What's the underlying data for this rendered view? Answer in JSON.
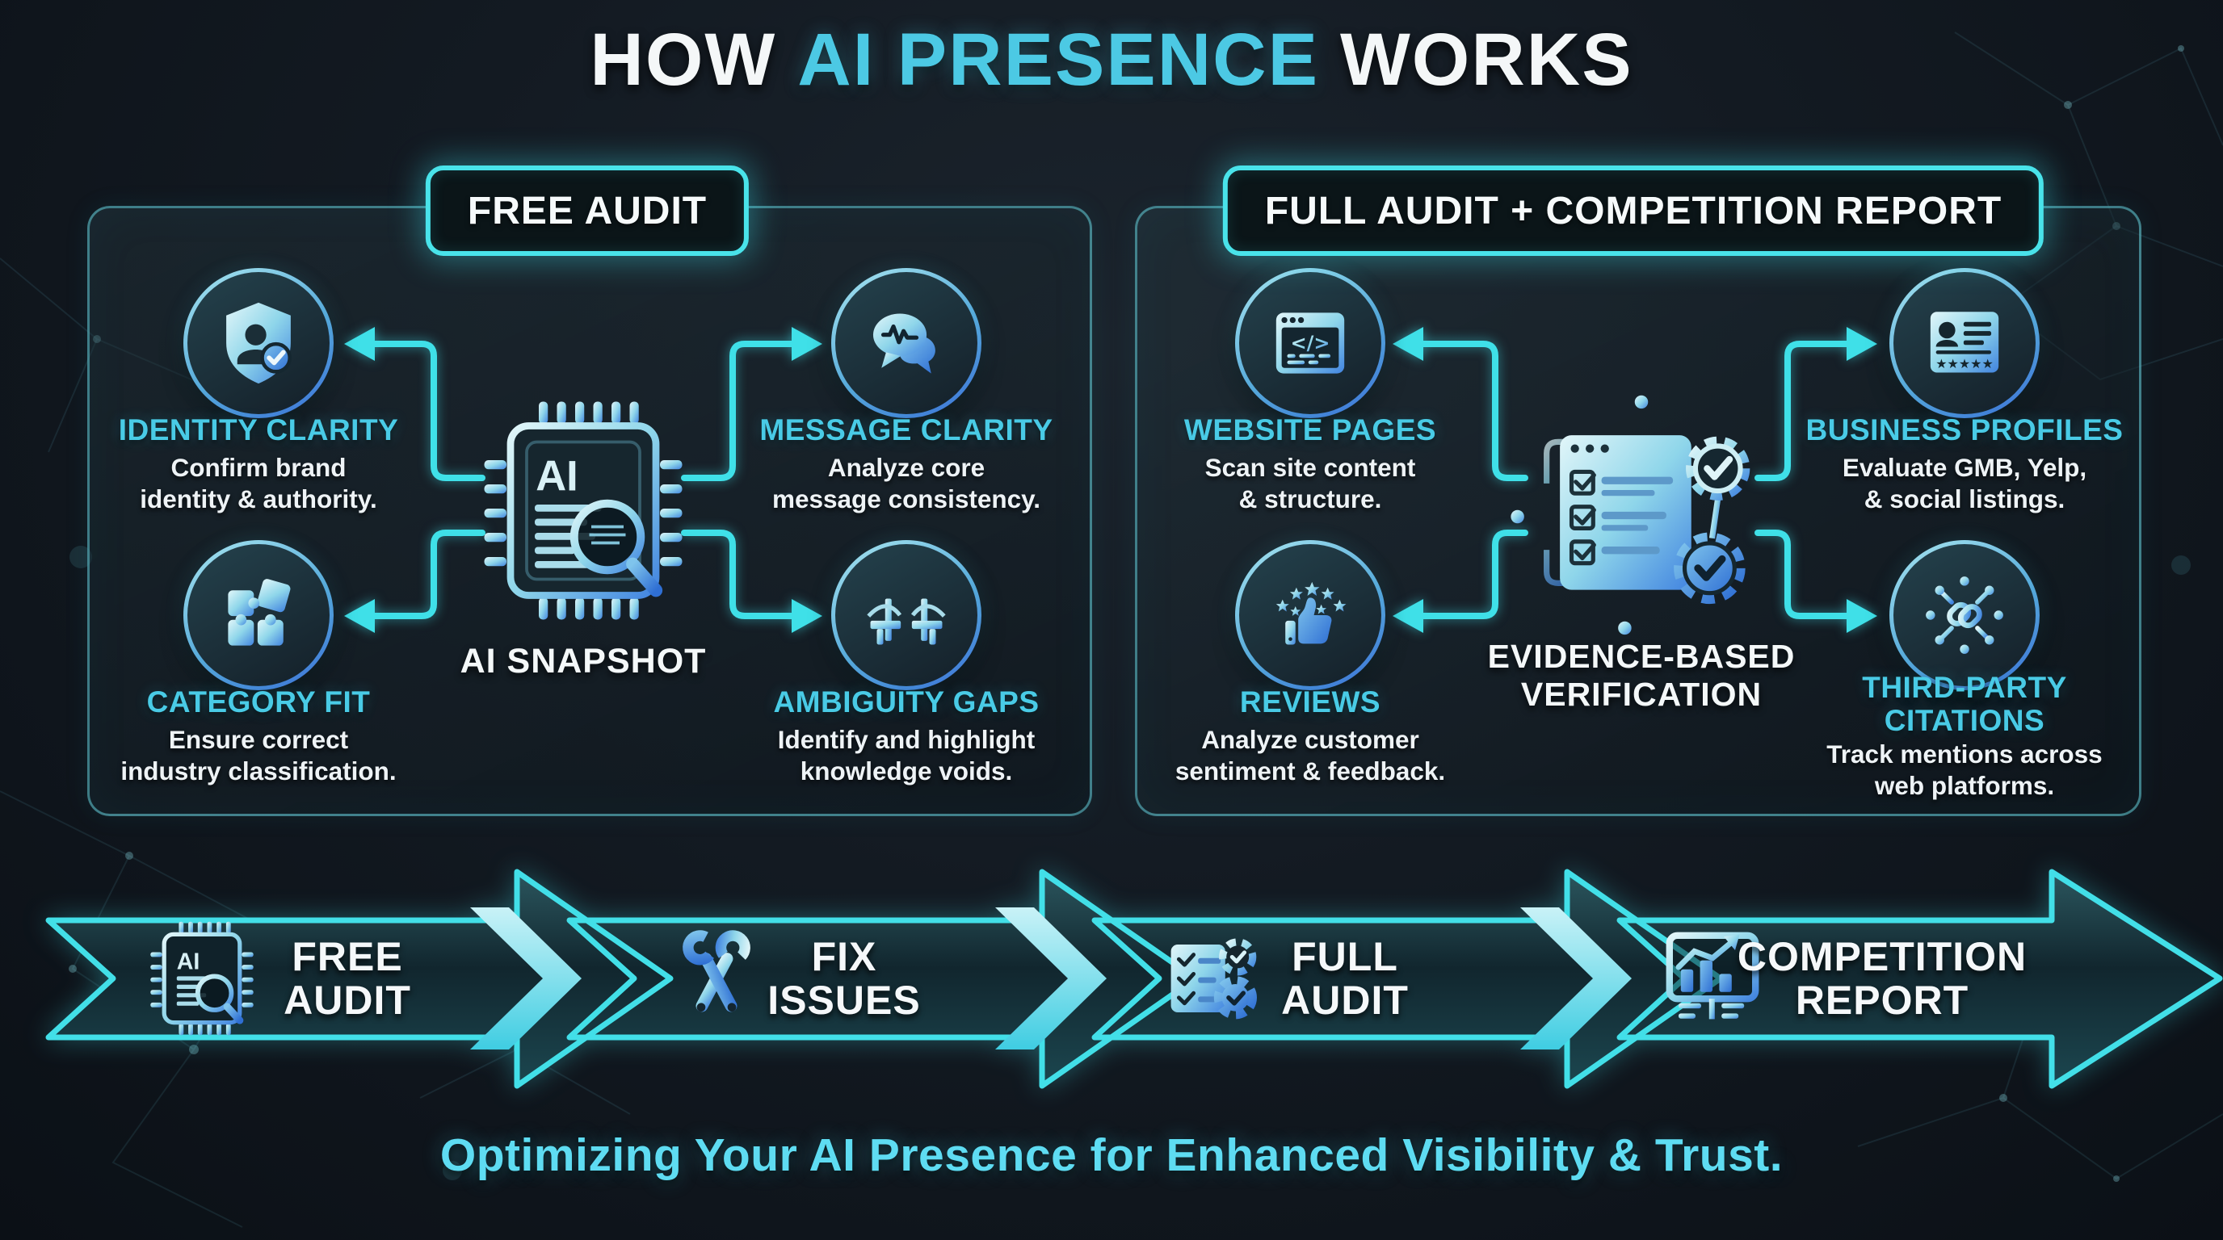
{
  "title": {
    "part1": "HOW",
    "highlight": "AI PRESENCE",
    "part2": "WORKS"
  },
  "panels": [
    {
      "header": "FREE AUDIT",
      "center": {
        "label": "AI SNAPSHOT",
        "icon": "ai-chip-magnifier-icon"
      },
      "items": [
        {
          "title": "IDENTITY CLARITY",
          "desc": "Confirm brand\nidentity & authority.",
          "icon": "shield-user-check-icon"
        },
        {
          "title": "MESSAGE CLARITY",
          "desc": "Analyze core\nmessage consistency.",
          "icon": "chat-waveform-icon"
        },
        {
          "title": "CATEGORY FIT",
          "desc": "Ensure correct\nindustry classification.",
          "icon": "puzzle-pieces-icon"
        },
        {
          "title": "AMBIGUITY GAPS",
          "desc": "Identify and highlight\nknowledge voids.",
          "icon": "broken-bridge-icon"
        }
      ]
    },
    {
      "header": "FULL AUDIT + COMPETITION REPORT",
      "center": {
        "label": "EVIDENCE-BASED\nVERIFICATION",
        "icon": "checklist-gears-icon"
      },
      "items": [
        {
          "title": "WEBSITE PAGES",
          "desc": "Scan site content\n& structure.",
          "icon": "browser-code-icon"
        },
        {
          "title": "BUSINESS PROFILES",
          "desc": "Evaluate GMB, Yelp,\n& social listings.",
          "icon": "profile-card-stars-icon"
        },
        {
          "title": "REVIEWS",
          "desc": "Analyze customer\nsentiment & feedback.",
          "icon": "thumbs-up-stars-icon"
        },
        {
          "title": "THIRD-PARTY\nCITATIONS",
          "desc": "Track mentions across\nweb platforms.",
          "icon": "link-network-icon"
        }
      ]
    }
  ],
  "flow": {
    "steps": [
      {
        "label": "FREE\nAUDIT",
        "icon": "ai-chip-icon"
      },
      {
        "label": "FIX\nISSUES",
        "icon": "crossed-wrenches-icon"
      },
      {
        "label": "FULL\nAUDIT",
        "icon": "checklist-gear-icon"
      },
      {
        "label": "COMPETITION\nREPORT",
        "icon": "chart-presentation-icon"
      }
    ]
  },
  "footer": {
    "tagline": "Optimizing Your AI Presence for Enhanced Visibility & Trust."
  },
  "colors": {
    "background": "#121820",
    "accent_cyan": "#47dbe6",
    "title_highlight": "#4cc9e4",
    "item_title_cyan": "#49cbe6",
    "text_white": "#f2f6f8",
    "icon_blue": "#3b7de0"
  }
}
